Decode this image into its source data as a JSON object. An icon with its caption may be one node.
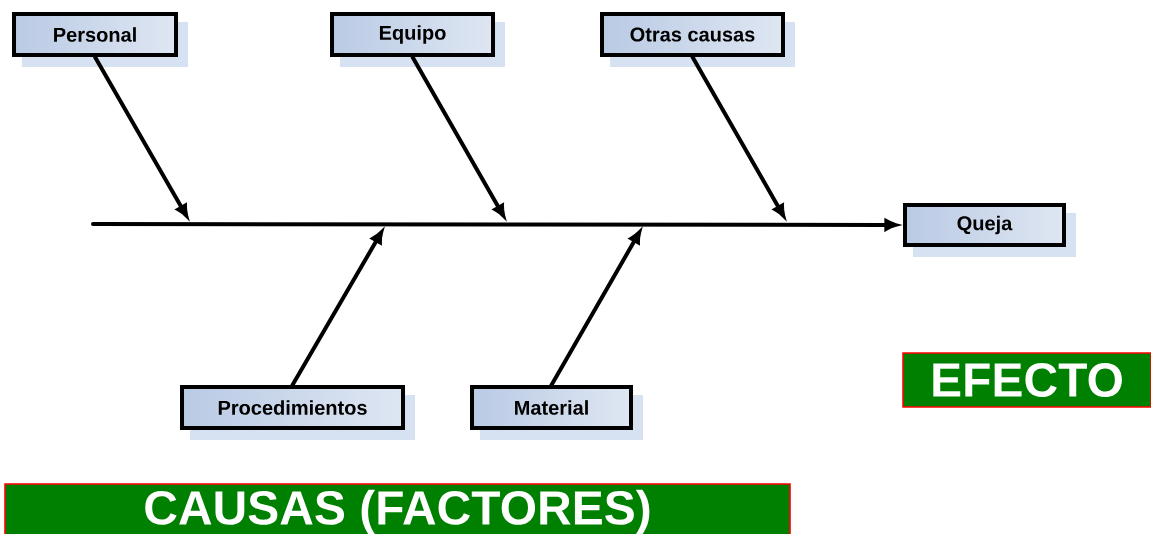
{
  "diagram": {
    "nodes": [
      {
        "text": [
          "Personal"
        ]
      },
      {
        "text": [
          "Equipo"
        ]
      },
      {
        "text": [
          "Otras causas"
        ]
      },
      {
        "text": [
          "Queja"
        ]
      },
      {
        "text": [
          "Procedimientos"
        ]
      },
      {
        "text": [
          "Material"
        ]
      },
      {
        "text": [
          "EFECTO"
        ]
      },
      {
        "text": [
          "CAUSAS (FACTORES)"
        ]
      }
    ],
    "edges": [
      {
        "from": null,
        "to": 3,
        "arrow": "to"
      },
      {
        "from": 0,
        "to": null,
        "arrow": "to"
      },
      {
        "from": 1,
        "to": null,
        "arrow": "to"
      },
      {
        "from": 2,
        "to": null,
        "arrow": "to"
      },
      {
        "from": 4,
        "to": null,
        "arrow": "to"
      },
      {
        "from": 5,
        "to": null,
        "arrow": "to"
      }
    ]
  }
}
